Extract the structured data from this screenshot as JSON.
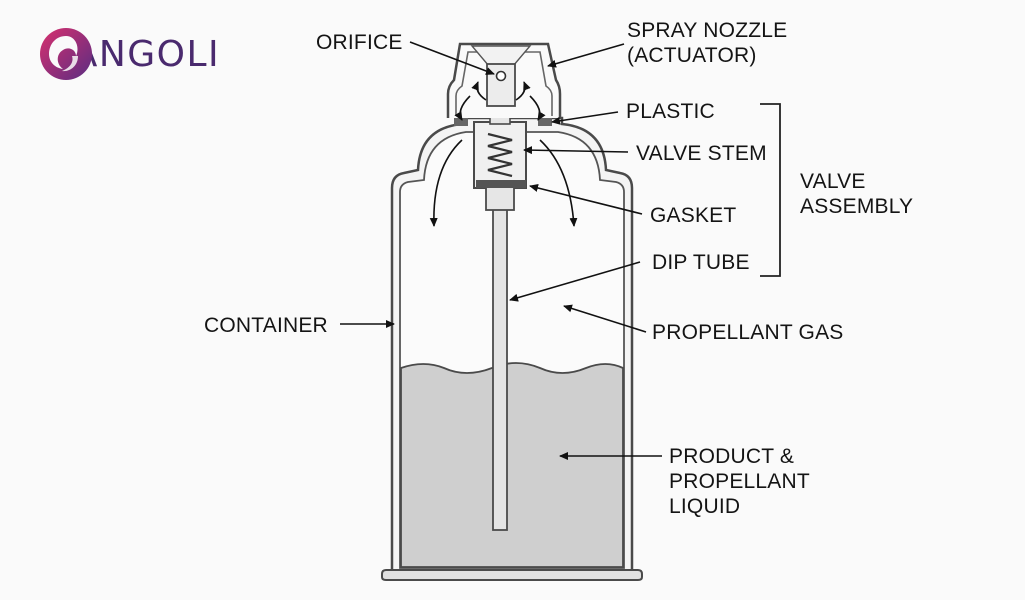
{
  "brand": {
    "name": "YANGOLI"
  },
  "labels": {
    "orifice": "ORIFICE",
    "spray_nozzle": "SPRAY NOZZLE\n(ACTUATOR)",
    "plastic": "PLASTIC",
    "valve_stem": "VALVE STEM",
    "valve_assembly": "VALVE\nASSEMBLY",
    "gasket": "GASKET",
    "dip_tube": "DIP TUBE",
    "container": "CONTAINER",
    "propellant_gas": "PROPELLANT GAS",
    "product_liquid": "PRODUCT &\nPROPELLANT\nLIQUID"
  },
  "colors": {
    "liquid": "#cfcfcf",
    "outline": "#4a4a4a",
    "logo_magenta": "#b0236e",
    "logo_purple": "#5a2d82"
  }
}
